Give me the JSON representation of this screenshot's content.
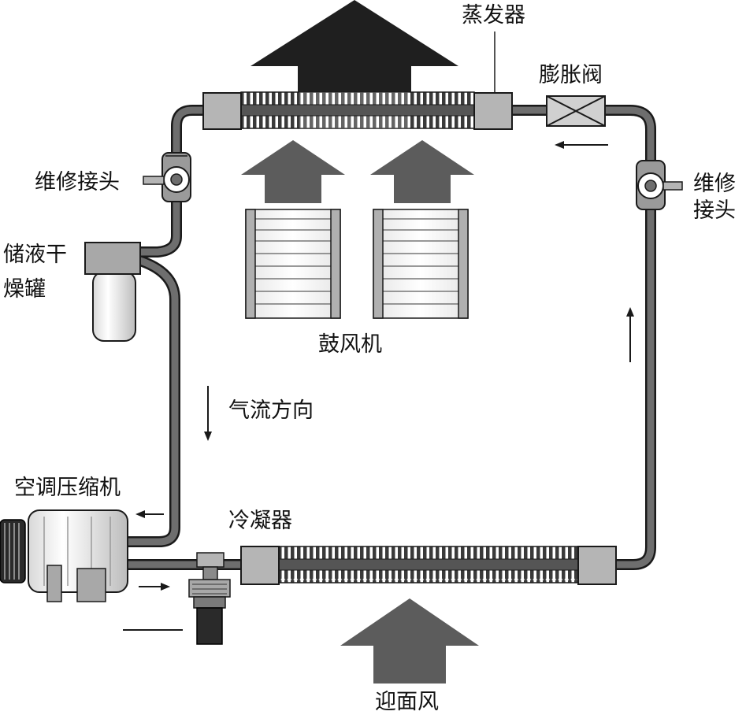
{
  "labels": {
    "evaporator": "蒸发器",
    "expansion_valve": "膨胀阀",
    "service_port_left": "维修接头",
    "service_port_right_line1": "维修",
    "service_port_right_line2": "接头",
    "receiver_drier_line1": "储液干",
    "receiver_drier_line2": "燥罐",
    "blower": "鼓风机",
    "airflow_direction": "气流方向",
    "compressor": "空调压缩机",
    "condenser": "冷凝器",
    "ram_air": "迎面风"
  },
  "colors": {
    "pipe": "#6e6e6e",
    "pipe_edge": "#1a1a1a",
    "dark_arrow": "#1f1f1f",
    "mid_arrow": "#5c5c5c",
    "fitting": "#b5b5b5",
    "coil": "#3a3a3a"
  }
}
